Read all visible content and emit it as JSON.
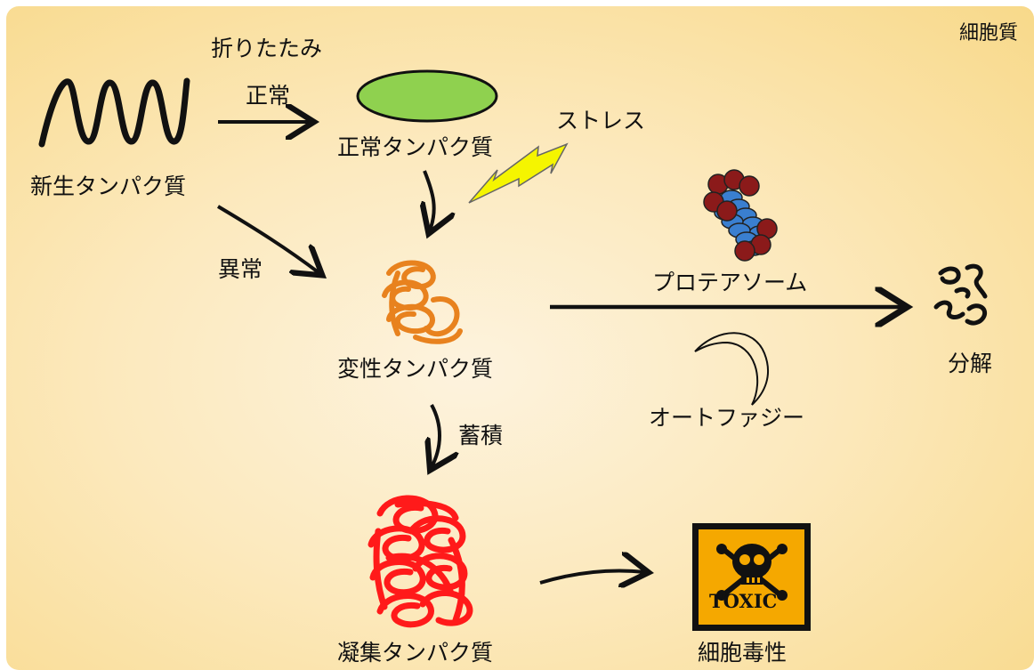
{
  "region_label": "細胞質",
  "nodes": {
    "nascent": "新生タンパク質",
    "normal": "正常タンパク質",
    "denatured": "変性タンパク質",
    "aggregated": "凝集タンパク質",
    "degraded": "分解",
    "toxicity": "細胞毒性"
  },
  "edge_labels": {
    "folding": "折りたたみ",
    "normal": "正常",
    "abnormal": "異常",
    "stress": "ストレス",
    "accumulation": "蓄積",
    "proteasome": "プロテアソーム",
    "autophagy": "オートファジー"
  },
  "toxic_sign": "TOXIC",
  "icons": [
    "squiggle-icon",
    "green-ellipse-icon",
    "lightning-icon",
    "tangled-coil-icon",
    "proteasome-icon",
    "autophagy-crescent-icon",
    "fragment-icon",
    "toxic-skull-icon"
  ],
  "colors": {
    "normal_protein": "#8fd14f",
    "denatured_protein": "#e8821e",
    "aggregated_protein": "#ff1a1a",
    "lightning": "#f5f500",
    "proteasome_red": "#8b1a1a",
    "proteasome_blue": "#3a7fd0",
    "toxic_yellow": "#f5a800"
  }
}
